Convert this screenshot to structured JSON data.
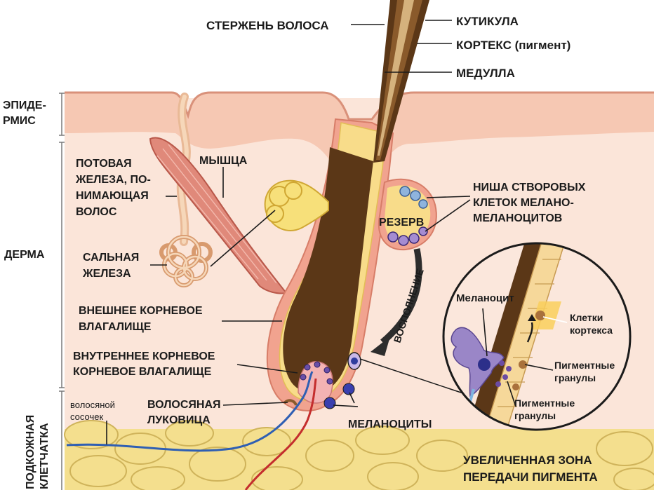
{
  "colors": {
    "epidermis": "#f6c8b3",
    "dermis": "#fbe5d9",
    "fat": "#f4df8e",
    "hair_dark": "#5b3717",
    "hair_mid": "#8a5a2b",
    "sebaceous": "#f7e07a",
    "muscle": "#e0897a",
    "stem_cells": "#8fb4dd",
    "melanocytes": "#6a4fa8",
    "vein": "#2f5fb3",
    "artery": "#c42d2d"
  },
  "layers": {
    "epidermis": "ЭПИДЕ-\nРМИС",
    "dermis": "ДЕРМА",
    "subcutis": "ПОДКОЖНАЯ\nКЛЕТЧАТКА"
  },
  "labels": {
    "shaft": "СТЕРЖЕНЬ ВОЛОСА",
    "cuticle": "КУТИКУЛА",
    "cortex": "КОРТЕКС (пигмент)",
    "medulla": "МЕДУЛЛА",
    "muscle": "МЫШЦА",
    "sweat_gland": "ПОТОВАЯ\nЖЕЛЕЗА, ПО-\nНИМАЮЩАЯ\nВОЛОС",
    "sebaceous_gland": "САЛЬНАЯ\nЖЕЛЕЗА",
    "outer_sheath": "ВНЕШНЕЕ КОРНЕВОЕ\nВЛАГАЛИЩЕ",
    "inner_sheath": "ВНУТРЕННЕЕ КОРНЕВОЕ\nКОРНЕВОЕ ВЛАГАЛИЩЕ",
    "papilla": "волосяной\nсосочек",
    "bulb": "ВОЛОСЯНАЯ\nЛУКОВИЦА",
    "melanocytes": "МЕЛАНОЦИТЫ",
    "reserve": "РЕЗЕРВ",
    "niche": "НИША СТВОРОВЫХ\nКЛЕТОК МЕЛАНО-\nМЕЛАНОЦИТОВ",
    "replenish": "ВОСПОЛНЕНИЕ",
    "zoom_title": "УВЕЛИЧЕННАЯ ЗОНА\nПЕРЕДАЧИ ПИГМЕНТА"
  },
  "inset": {
    "melanocyte": "Меланоцит",
    "cortex_cells": "Клетки\nкортекса",
    "granules_1": "Пигментные\nгранулы",
    "granules_2": "Пигментные\nгранулы"
  }
}
